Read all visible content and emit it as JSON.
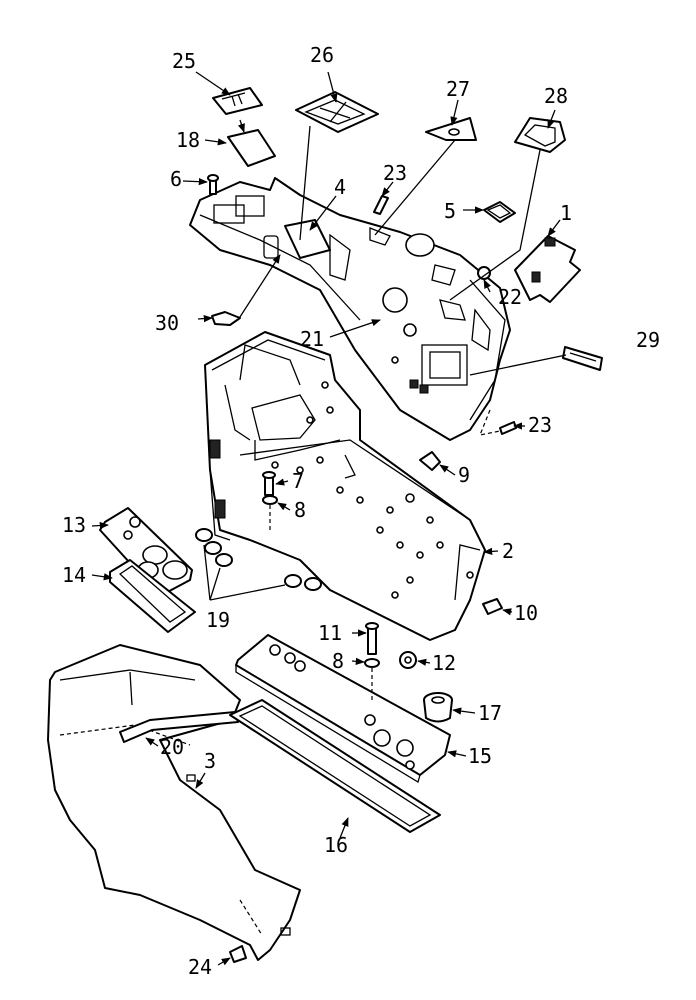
{
  "callouts": [
    "1",
    "2",
    "3",
    "4",
    "5",
    "6",
    "7",
    "8",
    "8",
    "9",
    "10",
    "11",
    "12",
    "13",
    "14",
    "15",
    "16",
    "17",
    "18",
    "19",
    "20",
    "21",
    "22",
    "23",
    "23",
    "24",
    "25",
    "26",
    "27",
    "28",
    "29",
    "30"
  ]
}
